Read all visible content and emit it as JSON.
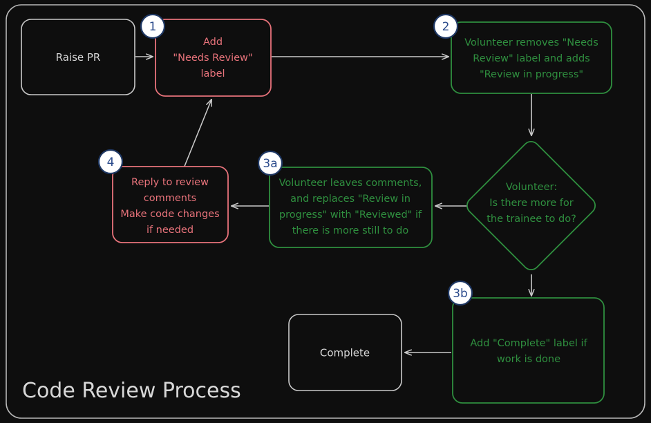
{
  "diagram": {
    "title": "Code Review Process",
    "type": "flowchart",
    "background_color": "#0e0e0e",
    "frame_border_color": "#b9b9b9",
    "colors": {
      "grey_stroke": "#c9c9c9",
      "grey_text": "#d6d6d6",
      "red_stroke": "#e8737b",
      "red_text": "#e8737b",
      "green_stroke": "#2f8f3f",
      "green_text": "#2f8f3f",
      "badge_fill": "#ffffff",
      "badge_stroke": "#1f3864",
      "badge_text": "#2b4b8c",
      "edge_color": "#c9c9c9"
    },
    "nodes": [
      {
        "id": "raise-pr",
        "shape": "rounded-rect",
        "style": "grey",
        "badge": null,
        "lines": [
          "Raise PR"
        ]
      },
      {
        "id": "add-needs-review-label",
        "shape": "rounded-rect",
        "style": "red",
        "badge": "1",
        "lines": [
          "Add",
          "\"Needs Review\"",
          "label"
        ]
      },
      {
        "id": "volunteer-removes-label",
        "shape": "rounded-rect",
        "style": "green",
        "badge": "2",
        "lines": [
          "Volunteer removes \"Needs",
          "Review\" label and adds",
          "\"Review in progress\""
        ]
      },
      {
        "id": "volunteer-decision",
        "shape": "diamond",
        "style": "green",
        "badge": null,
        "lines": [
          "Volunteer:",
          "Is there more for",
          "the trainee to do?"
        ]
      },
      {
        "id": "volunteer-leaves-comments",
        "shape": "rounded-rect",
        "style": "green",
        "badge": "3a",
        "lines": [
          "Volunteer leaves comments,",
          "and replaces \"Review in",
          "progress\" with \"Reviewed\" if",
          "there is more still to do"
        ]
      },
      {
        "id": "reply-to-review-comments",
        "shape": "rounded-rect",
        "style": "red",
        "badge": "4",
        "lines": [
          "Reply to review",
          "comments",
          "Make code changes",
          "if needed"
        ]
      },
      {
        "id": "add-complete-label",
        "shape": "rounded-rect",
        "style": "green",
        "badge": "3b",
        "lines": [
          "Add \"Complete\" label if",
          "work is done"
        ]
      },
      {
        "id": "complete",
        "shape": "rounded-rect",
        "style": "grey",
        "badge": null,
        "lines": [
          "Complete"
        ]
      }
    ],
    "edges": [
      {
        "from": "raise-pr",
        "to": "add-needs-review-label",
        "label": ""
      },
      {
        "from": "add-needs-review-label",
        "to": "volunteer-removes-label",
        "label": ""
      },
      {
        "from": "volunteer-removes-label",
        "to": "volunteer-decision",
        "label": ""
      },
      {
        "from": "volunteer-decision",
        "to": "volunteer-leaves-comments",
        "label": ""
      },
      {
        "from": "volunteer-leaves-comments",
        "to": "reply-to-review-comments",
        "label": ""
      },
      {
        "from": "reply-to-review-comments",
        "to": "add-needs-review-label",
        "label": ""
      },
      {
        "from": "volunteer-decision",
        "to": "add-complete-label",
        "label": ""
      },
      {
        "from": "add-complete-label",
        "to": "complete",
        "label": ""
      }
    ],
    "text": {
      "raise_pr_l1": "Raise PR",
      "n1_l1": "Add",
      "n1_l2": "\"Needs Review\"",
      "n1_l3": "label",
      "n2_l1": "Volunteer removes \"Needs",
      "n2_l2": "Review\" label and adds",
      "n2_l3": "\"Review in progress\"",
      "dec_l1": "Volunteer:",
      "dec_l2": "Is there more for",
      "dec_l3": "the trainee to do?",
      "n3a_l1": "Volunteer leaves comments,",
      "n3a_l2": "and replaces \"Review in",
      "n3a_l3": "progress\" with \"Reviewed\" if",
      "n3a_l4": "there is more still to do",
      "n4_l1": "Reply to review",
      "n4_l2": "comments",
      "n4_l3": "Make code changes",
      "n4_l4": "if needed",
      "n3b_l1": "Add \"Complete\" label if",
      "n3b_l2": "work is done",
      "complete_l1": "Complete"
    },
    "badges": {
      "b1": "1",
      "b2": "2",
      "b3a": "3a",
      "b3b": "3b",
      "b4": "4"
    }
  }
}
